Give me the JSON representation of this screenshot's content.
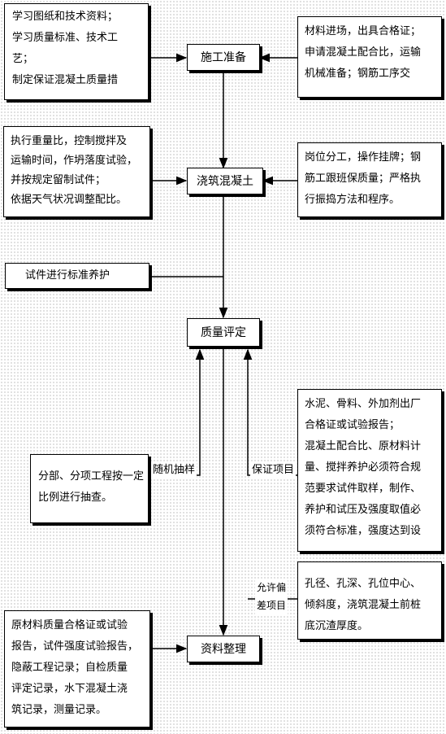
{
  "nodes": {
    "shigong": "施工准备",
    "jiaozhu": "浇筑混凝土",
    "zhiliang": "质量评定",
    "ziliao": "资料整理"
  },
  "left_boxes": {
    "b1": [
      "学习图纸和技术资料；",
      "学习质量标准、技术工",
      "艺；",
      "制定保证混凝土质量措"
    ],
    "b2": [
      "执行重量比，控制搅拌及",
      "运输时间，作坍落度试验，",
      "并按规定留制试件；",
      "依据天气状况调整配比。"
    ],
    "b3": "试件进行标准养护",
    "b4": [
      "分部、分项工程按一定",
      "比例进行抽查。"
    ],
    "b5": [
      "原材料质量合格证或试验",
      "报告，试件强度试验报告，",
      "隐蔽工程记录；自检质量",
      "评定记录，水下混凝土浇",
      "筑记录，测量记录。"
    ]
  },
  "right_boxes": {
    "r1": [
      "材料进场，出具合格证；",
      "申请混凝土配合比，运输",
      "机械准备；钢筋工序交"
    ],
    "r2": [
      "岗位分工，操作挂牌；钢",
      "筋工跟班保质量；严格执",
      "行振捣方法和程序。"
    ],
    "r3": [
      "水泥、骨料、外加剂出厂",
      "合格证或试验报告；",
      "混凝土配合比、原材料计",
      "量、搅拌养护必须符合规",
      "范要求试件取样，制作、",
      "养护和试压及强度取值必",
      "须符合标准，强度达到设"
    ],
    "r4": [
      "孔径、孔深、孔位中心、",
      "倾斜度，浇筑混凝土前桩",
      "底沉渣厚度。"
    ]
  },
  "labels": {
    "random": "随机抽样",
    "guarantee": "保证项目",
    "allowable": [
      "允许偏",
      "差项目"
    ]
  }
}
